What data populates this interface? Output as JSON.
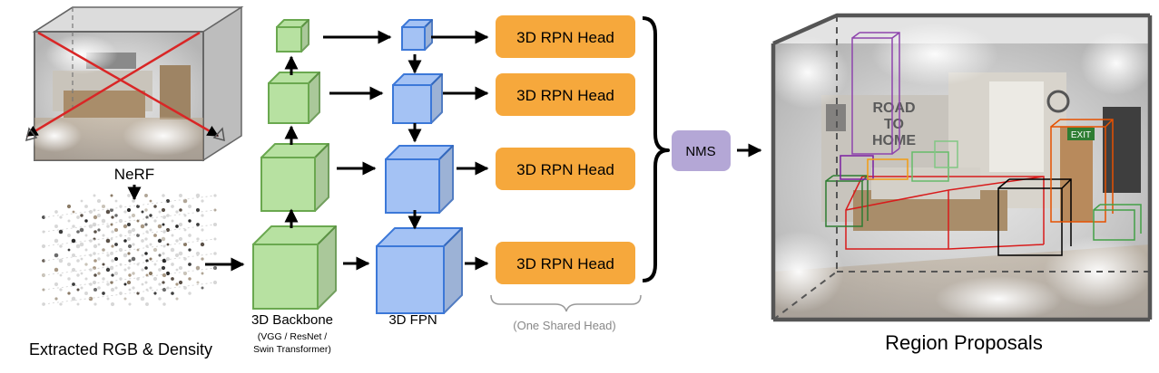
{
  "nerf": {
    "label": "NeRF"
  },
  "grid": {
    "label": "Extracted RGB & Density"
  },
  "backbone": {
    "label": "3D Backbone",
    "sublabel_line1": "(VGG / ResNet /",
    "sublabel_line2": "Swin Transformer)"
  },
  "fpn": {
    "label": "3D FPN"
  },
  "heads": {
    "items": [
      {
        "label": "3D RPN Head"
      },
      {
        "label": "3D RPN Head"
      },
      {
        "label": "3D RPN Head"
      },
      {
        "label": "3D RPN Head"
      }
    ],
    "shared_note": "(One Shared Head)"
  },
  "nms": {
    "label": "NMS"
  },
  "output": {
    "label": "Region Proposals",
    "wall_sign_line1": "ROAD",
    "wall_sign_line2": "TO",
    "wall_sign_line3": "HOME",
    "exit_sign": "EXIT"
  },
  "colors": {
    "backbone_fill": "#b7e1a1",
    "backbone_stroke": "#6aa84f",
    "fpn_fill": "#a4c2f4",
    "fpn_stroke": "#3c78d8",
    "head_fill": "#f6a83c",
    "nms_fill": "#b4a7d6",
    "arrow": "#000000"
  }
}
